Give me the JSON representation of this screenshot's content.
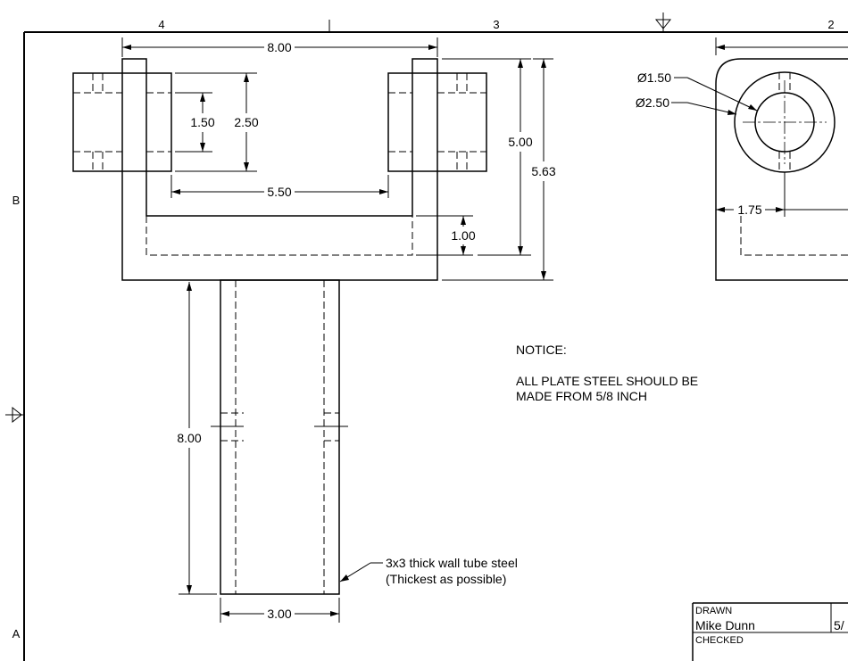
{
  "zones": {
    "col_4": "4",
    "col_3": "3",
    "col_2": "2",
    "row_b": "B",
    "row_a": "A"
  },
  "dimensions": {
    "overall_width": "8.00",
    "ear_hole_small": "1.50",
    "ear_height": "2.50",
    "inner_gap": "5.50",
    "plate_thickness": "1.00",
    "inner_height": "5.00",
    "overall_height": "5.63",
    "tube_length": "8.00",
    "tube_width": "3.00",
    "hole_diameter_inner": "Ø1.50",
    "hole_diameter_outer": "Ø2.50",
    "hole_offset": "1.75"
  },
  "notes": {
    "notice_title": "NOTICE:",
    "notice_line1": "ALL PLATE STEEL SHOULD BE",
    "notice_line2": "MADE FROM 5/8 INCH",
    "tube_callout_line1": "3x3 thick wall tube steel",
    "tube_callout_line2": "(Thickest as possible)"
  },
  "title_block": {
    "drawn_label": "DRAWN",
    "drawn_name": "Mike Dunn",
    "drawn_date_partial": "5/",
    "checked_label": "CHECKED"
  }
}
